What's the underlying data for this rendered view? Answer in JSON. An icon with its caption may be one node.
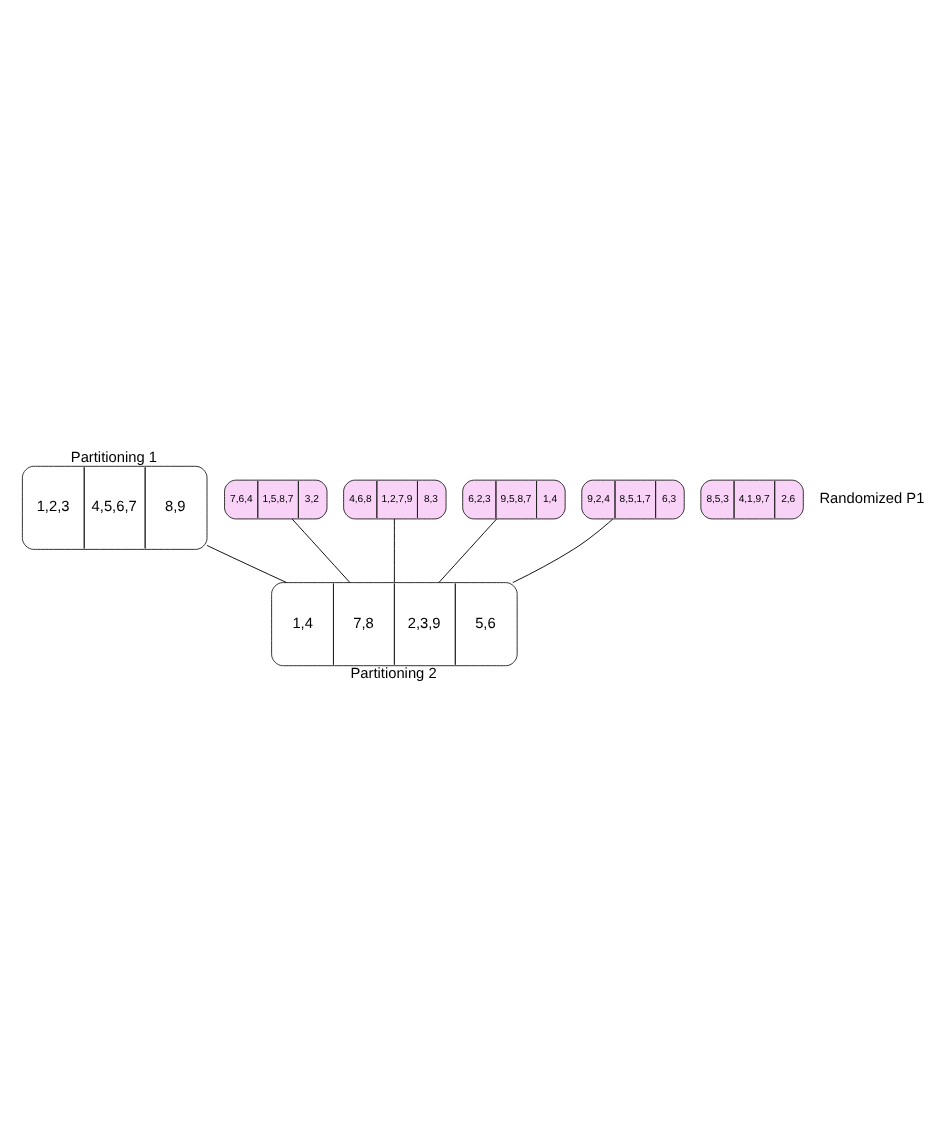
{
  "diagram": {
    "nodes": [
      {
        "text": [
          "1,2,3",
          "4,5,6,7",
          "8,9"
        ],
        "beside": [
          "Partitioning 1"
        ]
      },
      {
        "text": [
          "8,5,3",
          "4,1,9,7",
          "2,6"
        ]
      },
      {
        "text": [
          "7,6,4",
          "1,5,8,7",
          "3,2"
        ]
      },
      {
        "text": [
          "4,6,8",
          "1,2,7,9",
          "8,3"
        ]
      },
      {
        "text": [
          "6,2,3",
          "9,5,8,7",
          "1,4"
        ]
      },
      {
        "text": [
          "9,2,4",
          "8,5,1,7",
          "6,3"
        ]
      },
      {
        "text": [
          "1,4",
          "7,8",
          "2,3,9",
          "5,6"
        ],
        "beside": [
          "Partitioning 2"
        ]
      }
    ],
    "edges": [
      {
        "from": 0,
        "to": 6,
        "arrow": "none"
      },
      {
        "from": 3,
        "to": 6,
        "arrow": "none"
      },
      {
        "from": 5,
        "to": 6,
        "arrow": "none"
      },
      {
        "from": 4,
        "to": 6,
        "arrow": "none"
      },
      {
        "from": 2,
        "to": 6,
        "arrow": "none"
      }
    ],
    "labels": [
      "Randomized P1"
    ]
  }
}
